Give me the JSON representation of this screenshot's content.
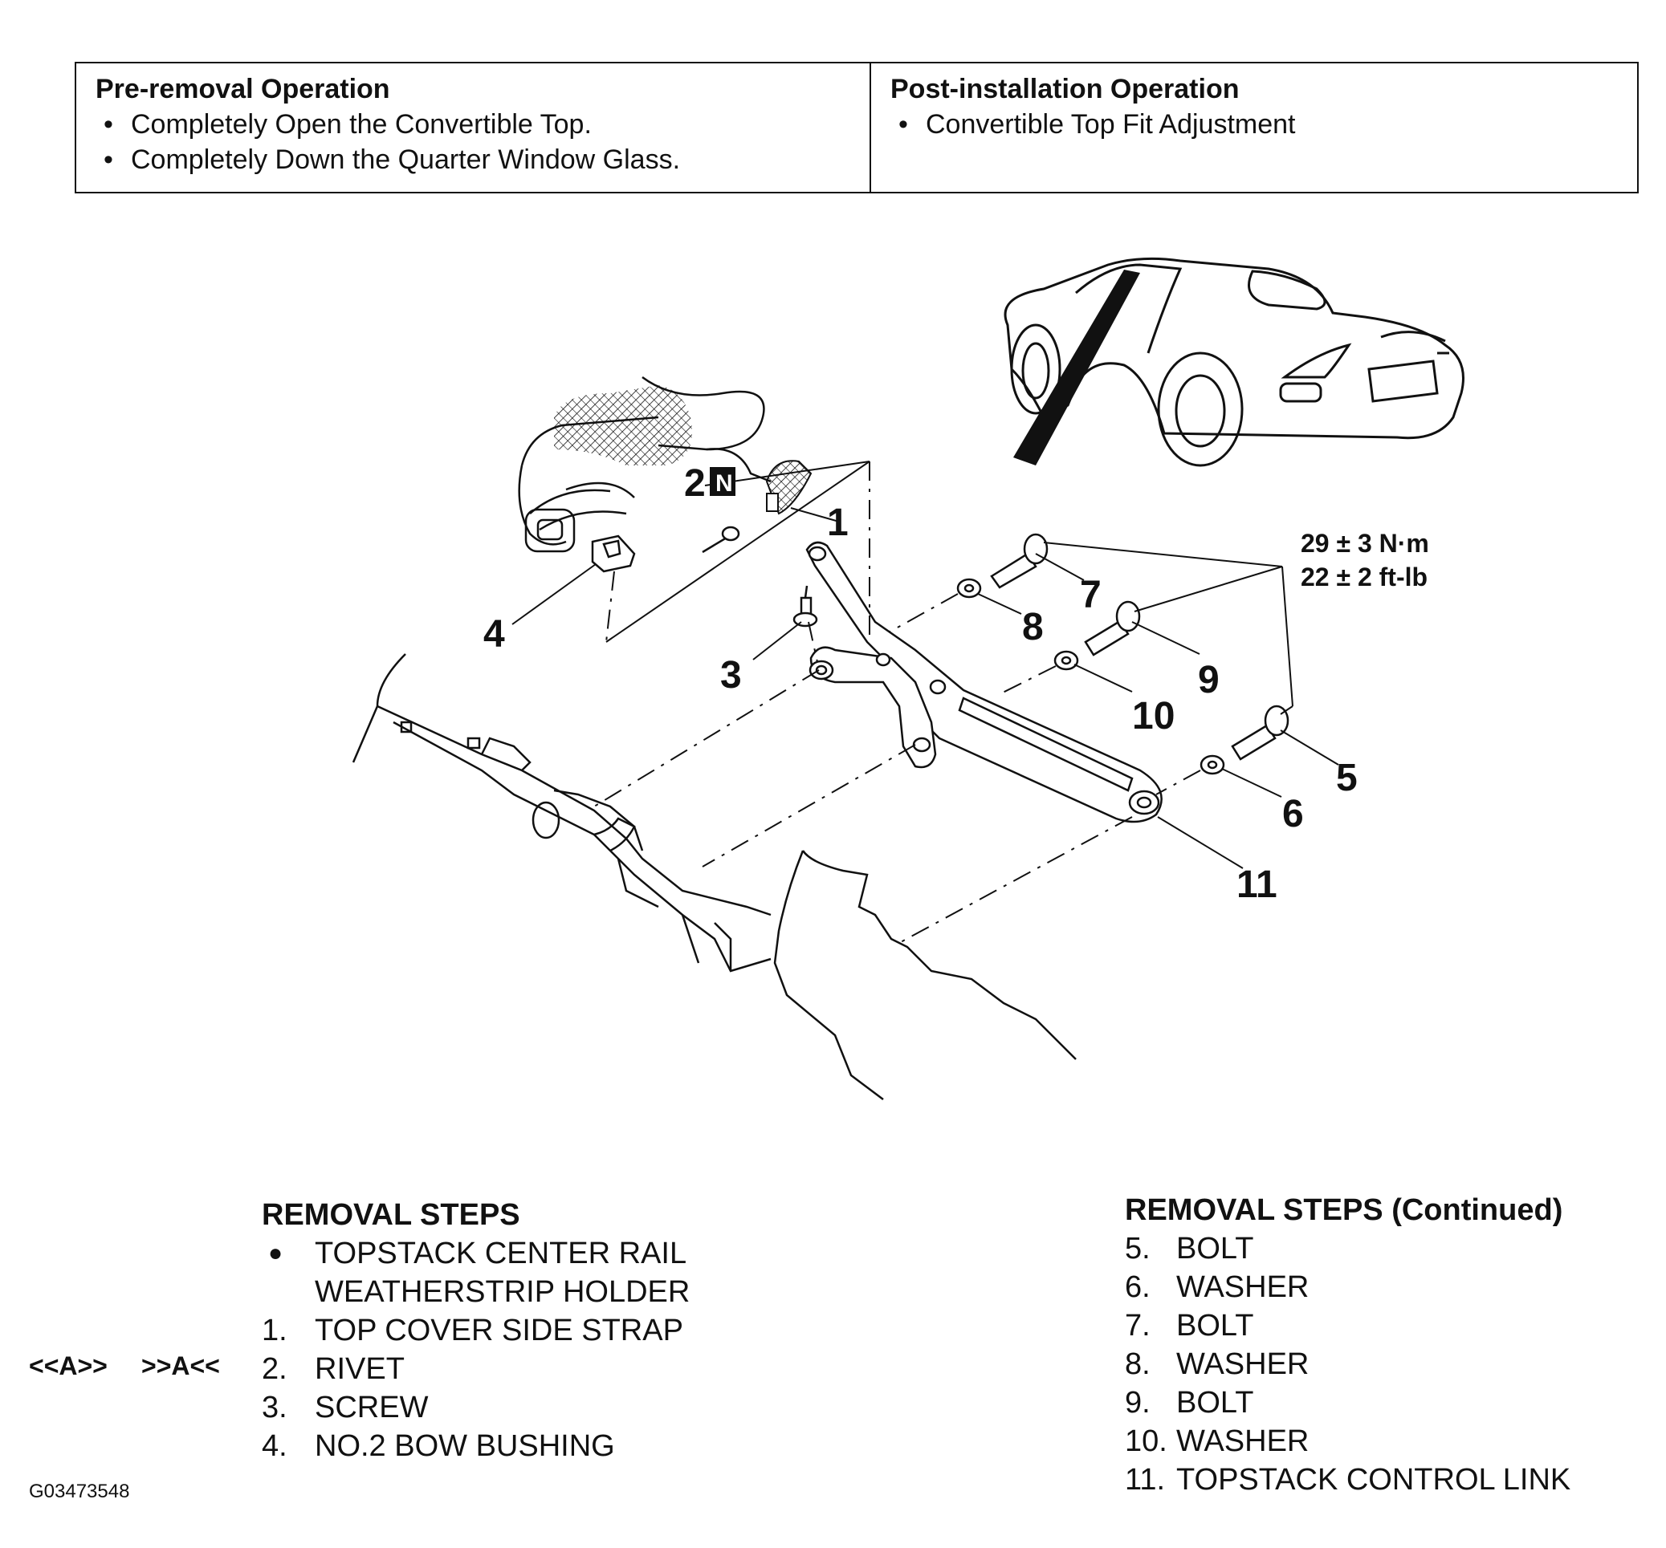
{
  "pre_removal": {
    "title": "Pre-removal Operation",
    "items": [
      "Completely Open the Convertible Top.",
      "Completely Down the Quarter Window Glass."
    ]
  },
  "post_installation": {
    "title": "Post-installation Operation",
    "items": [
      "Convertible Top Fit Adjustment"
    ]
  },
  "diagram": {
    "callouts": [
      "1",
      "2",
      "3",
      "4",
      "5",
      "6",
      "7",
      "8",
      "9",
      "10",
      "11"
    ],
    "new_part_mark": "N",
    "torque": [
      "29 ± 3 N·m",
      "22 ± 2 ft-lb"
    ]
  },
  "removal_steps": {
    "title": "REMOVAL STEPS",
    "prelim": [
      "TOPSTACK CENTER RAIL",
      "WEATHERSTRIP HOLDER"
    ],
    "steps": [
      {
        "num": "1.",
        "name": "TOP COVER SIDE STRAP"
      },
      {
        "num": "2.",
        "name": "RIVET"
      },
      {
        "num": "3.",
        "name": "SCREW"
      },
      {
        "num": "4.",
        "name": "NO.2 BOW BUSHING"
      }
    ],
    "refs": [
      "<<A>>",
      ">>A<<"
    ]
  },
  "removal_steps_continued": {
    "title": "REMOVAL STEPS (Continued)",
    "steps": [
      {
        "num": "5.",
        "name": "BOLT"
      },
      {
        "num": "6.",
        "name": "WASHER"
      },
      {
        "num": "7.",
        "name": "BOLT"
      },
      {
        "num": "8.",
        "name": "WASHER"
      },
      {
        "num": "9.",
        "name": "BOLT"
      },
      {
        "num": "10.",
        "name": "WASHER"
      },
      {
        "num": "11.",
        "name": "TOPSTACK CONTROL LINK"
      }
    ]
  },
  "figure_code": "G03473548"
}
